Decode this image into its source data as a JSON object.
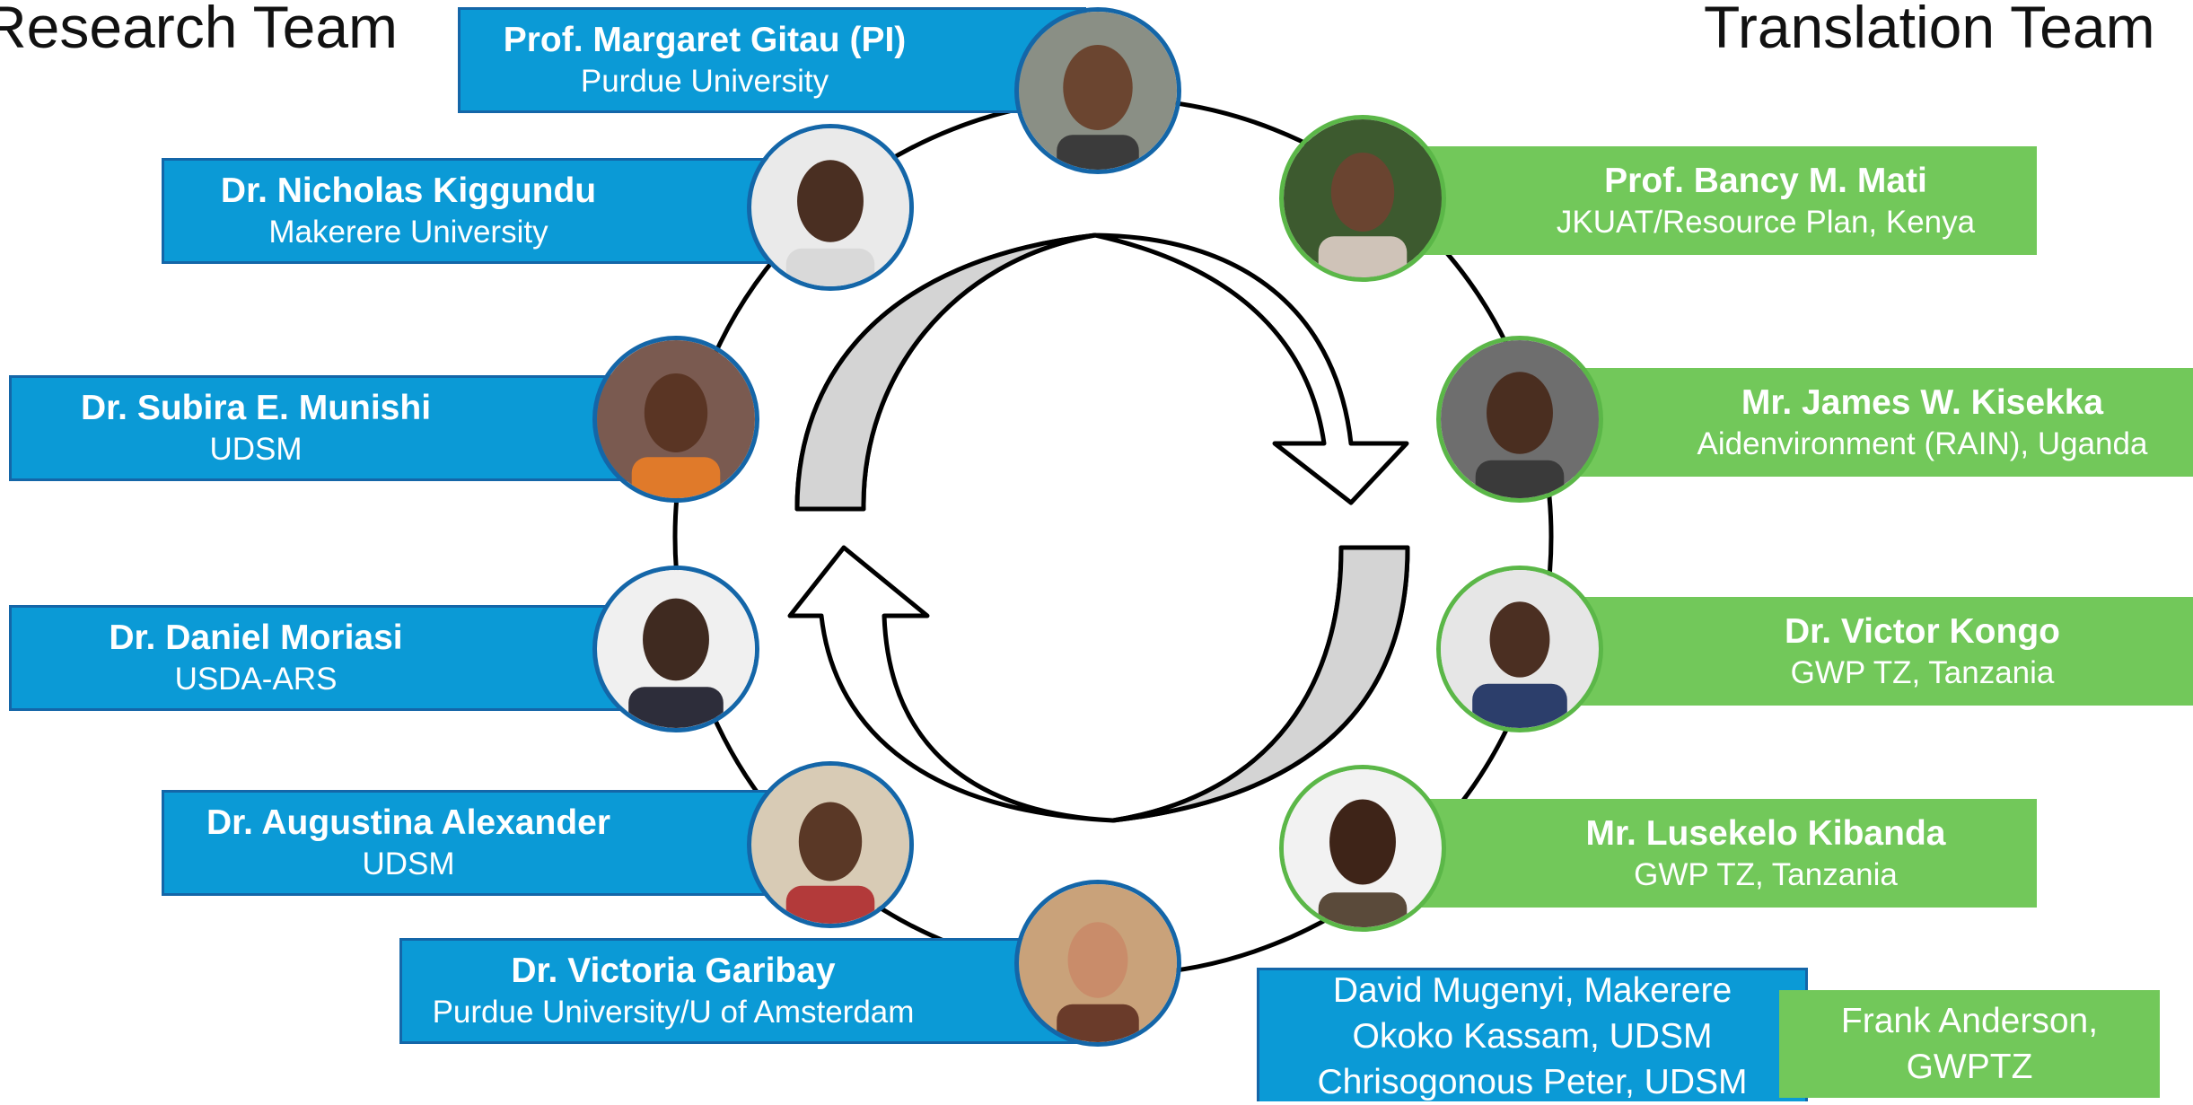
{
  "headings": {
    "research": "Research Team",
    "translation": "Translation Team"
  },
  "research_team": [
    {
      "name": "Prof. Margaret Gitau (PI)",
      "affiliation": "Purdue University"
    },
    {
      "name": "Dr. Nicholas Kiggundu",
      "affiliation": "Makerere University"
    },
    {
      "name": "Dr. Subira E. Munishi",
      "affiliation": "UDSM"
    },
    {
      "name": "Dr. Daniel Moriasi",
      "affiliation": "USDA-ARS"
    },
    {
      "name": "Dr. Augustina Alexander",
      "affiliation": "UDSM"
    },
    {
      "name": "Dr. Victoria Garibay",
      "affiliation": "Purdue University/U of Amsterdam"
    }
  ],
  "translation_team": [
    {
      "name": "Prof. Bancy M. Mati",
      "affiliation": "JKUAT/Resource Plan, Kenya"
    },
    {
      "name": "Mr. James W. Kisekka",
      "affiliation": "Aidenvironment (RAIN), Uganda"
    },
    {
      "name": "Dr. Victor Kongo",
      "affiliation": "GWP TZ, Tanzania"
    },
    {
      "name": "Mr. Lusekelo Kibanda",
      "affiliation": "GWP TZ, Tanzania"
    }
  ],
  "students_box": {
    "lines": [
      "David Mugenyi, Makerere",
      "Okoko Kassam, UDSM",
      "Chrisogonous Peter, UDSM"
    ]
  },
  "other_box": {
    "lines": [
      "Frank Anderson,",
      "GWPTZ"
    ]
  },
  "colors": {
    "research": "#0b9ad6",
    "research_border": "#1466a8",
    "translation": "#72c85a",
    "translation_ring": "#5bb748",
    "arrow_fill": "#d4d4d4"
  }
}
